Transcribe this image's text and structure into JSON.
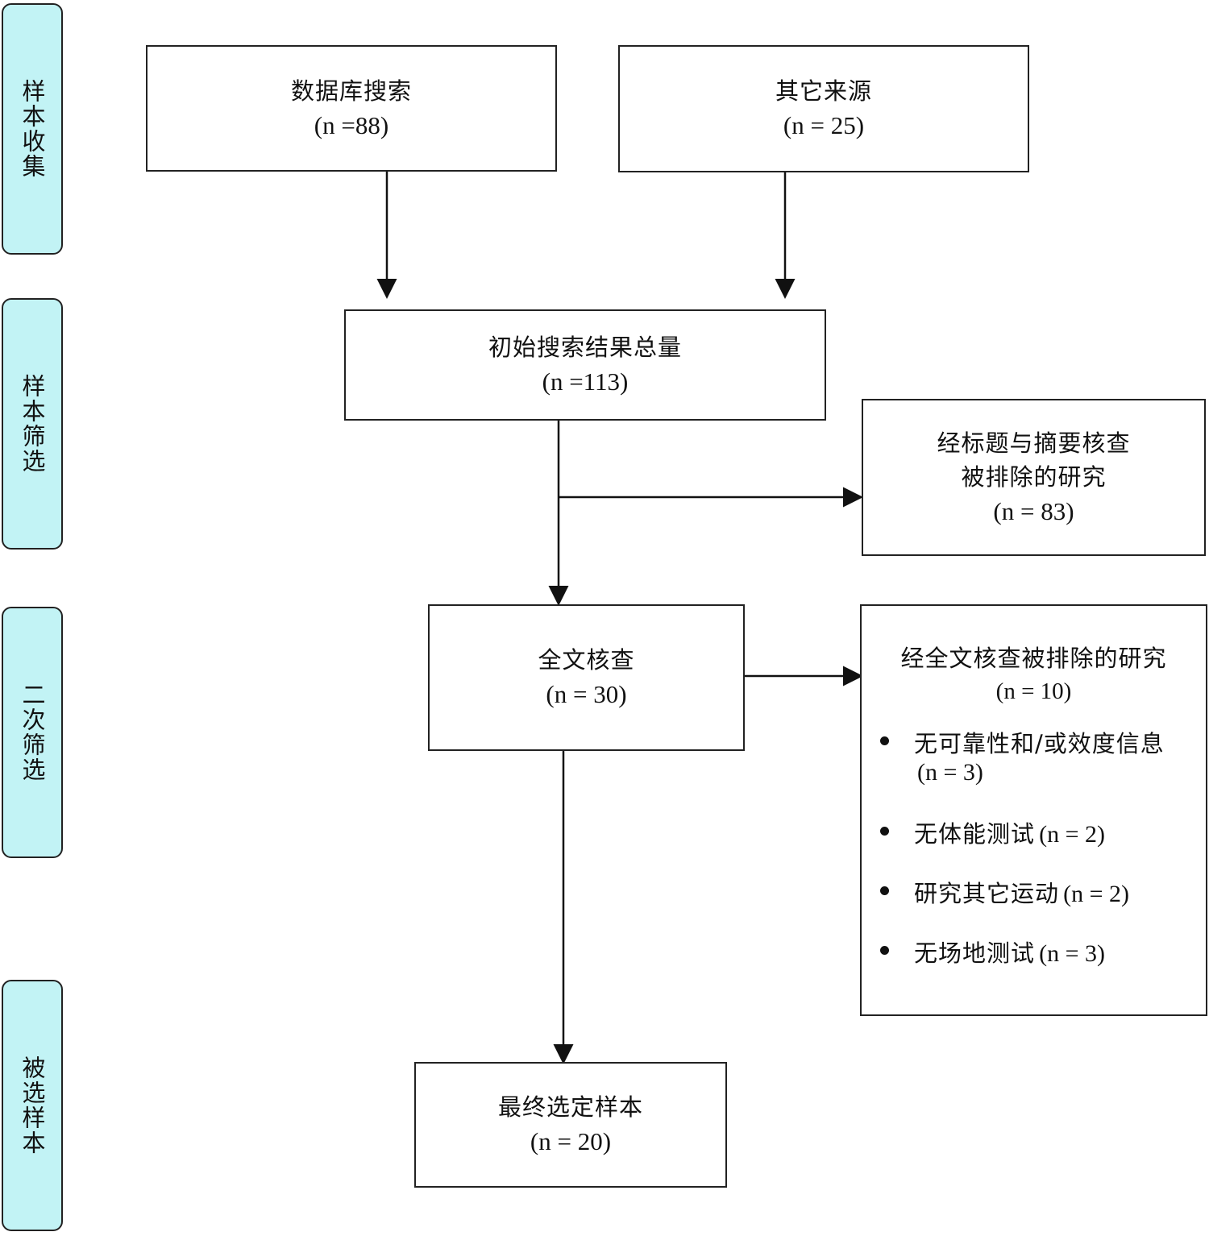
{
  "stages": [
    {
      "label": "样本收集"
    },
    {
      "label": "样本筛选"
    },
    {
      "label": "二次筛选"
    },
    {
      "label": "被选样本"
    }
  ],
  "boxes": {
    "database": {
      "title": "数据库搜索",
      "count": "(n =88)"
    },
    "other": {
      "title": "其它来源",
      "count": "(n = 25)"
    },
    "initial": {
      "title": "初始搜索结果总量",
      "count": "(n =113)"
    },
    "excluded_abstract": {
      "title_line1": "经标题与摘要核查",
      "title_line2": "被排除的研究",
      "count": "(n = 83)"
    },
    "fulltext": {
      "title": "全文核查",
      "count": "(n = 30)"
    },
    "excluded_fulltext": {
      "title": "经全文核查被排除的研究",
      "count": "(n = 10)",
      "reasons": [
        {
          "text": "无可靠性和/或效度信息",
          "count": "(n = 3)"
        },
        {
          "text": "无体能测试",
          "count": "(n = 2)"
        },
        {
          "text": "研究其它运动",
          "count": "(n = 2)"
        },
        {
          "text": "无场地测试",
          "count": "(n = 3)"
        }
      ]
    },
    "final": {
      "title": "最终选定样本",
      "count": "(n = 20)"
    }
  },
  "colors": {
    "stage_fill": "#c2f3f5",
    "line": "#111111"
  }
}
